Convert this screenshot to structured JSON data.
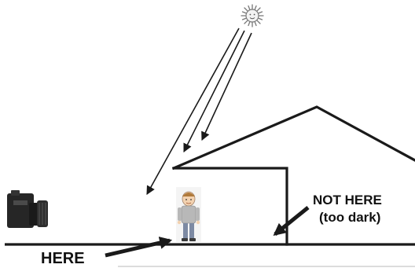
{
  "labels": {
    "here": "HERE",
    "not_here_line1": "NOT HERE",
    "not_here_line2": "(too dark)"
  },
  "icons": {
    "sun": "sun-icon",
    "camera": "camera-icon",
    "person": "person-icon"
  },
  "colors": {
    "line": "#1a1a1a",
    "background": "#ffffff"
  }
}
